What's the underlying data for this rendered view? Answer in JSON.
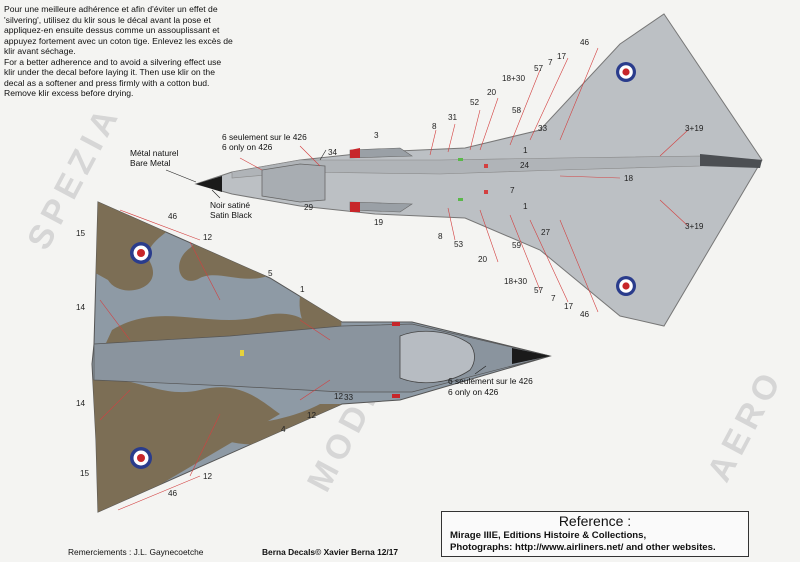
{
  "instructions": {
    "fr": "Pour une meilleure adhérence et afin d'éviter un effet de 'silvering', utilisez du klir sous le décal avant la pose et appliquez-en ensuite dessus comme un assouplissant et appuyez fortement avec un coton tige. Enlevez les excès de klir avant séchage.",
    "en": "For a better adherence and to avoid a silvering effect use klir under the decal before laying it. Then use klir on the decal as a softener and press firmly with a cotton bud. Remove klir excess before drying."
  },
  "labels": {
    "metal_fr": "Métal naturel",
    "metal_en": "Bare Metal",
    "satin_fr": "Noir satiné",
    "satin_en": "Satin Black",
    "only426_fr": "6 seulement sur le 426",
    "only426_en": "6 only on 426"
  },
  "upper_numbers": [
    "46",
    "17",
    "7",
    "57",
    "18+30",
    "20",
    "52",
    "31",
    "8",
    "3",
    "34",
    "29",
    "19",
    "53",
    "8",
    "20",
    "18+30",
    "57",
    "7",
    "17",
    "46",
    "58",
    "33",
    "24",
    "1",
    "1",
    "7",
    "27",
    "59",
    "3+19",
    "18",
    "3+19"
  ],
  "lower_numbers": [
    "46",
    "12",
    "15",
    "5",
    "1",
    "14",
    "14",
    "12",
    "12",
    "4",
    "33",
    "15",
    "12",
    "46"
  ],
  "reference": {
    "title": "Reference :",
    "line1": "Mirage IIIE, Editions Histoire & Collections,",
    "line2": "Photographs: http://www.airliners.net/ and other websites."
  },
  "footer": {
    "thanks": "Remerciements : J.L. Gaynecoetche",
    "credit": "Berna Decals© Xavier Berna 12/17"
  },
  "watermarks": [
    "SPEZIA",
    "MODEL",
    "AERO"
  ],
  "colors": {
    "grey_camo": "#8e9aa5",
    "brown_camo": "#7c6e55",
    "upper_grey": "#b8bcc0",
    "roundel_blue": "#2a3c8c",
    "roundel_red": "#c7262a",
    "stencil_red": "#d34040"
  }
}
